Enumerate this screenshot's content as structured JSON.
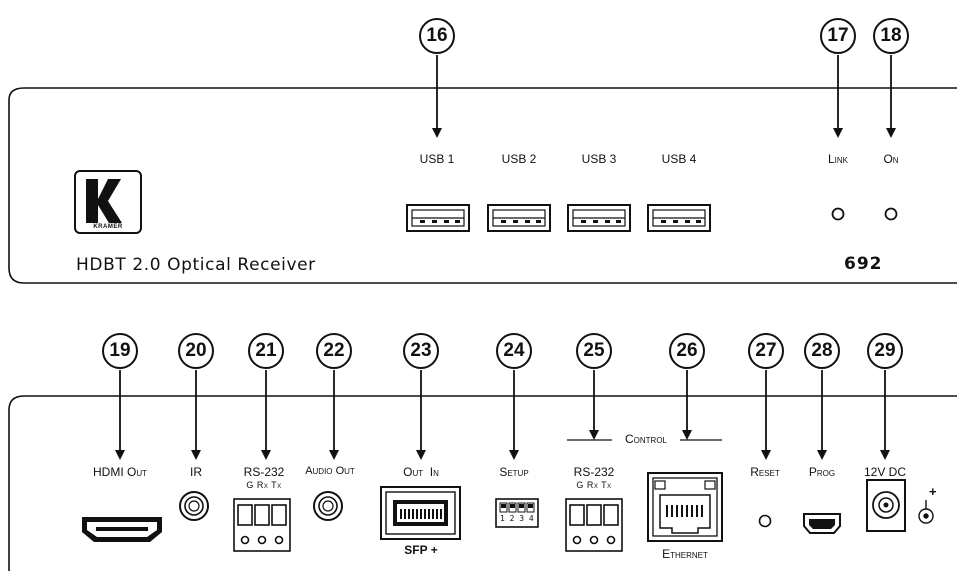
{
  "callouts": {
    "c16": "16",
    "c17": "17",
    "c18": "18",
    "c19": "19",
    "c20": "20",
    "c21": "21",
    "c22": "22",
    "c23": "23",
    "c24": "24",
    "c25": "25",
    "c26": "26",
    "c27": "27",
    "c28": "28",
    "c29": "29"
  },
  "front_panel": {
    "usb1": "USB 1",
    "usb2": "USB 2",
    "usb3": "USB 3",
    "usb4": "USB 4",
    "link": "Link",
    "on": "On",
    "logo_text": "KRAMER",
    "device_title": "HDBT 2.0 Optical Receiver",
    "model": "692"
  },
  "rear_panel": {
    "hdmi_out": "HDMI Out",
    "ir": "IR",
    "rs232_left": "RS-232",
    "rs232_left_pins": "G Rx Tx",
    "audio_out": "Audio Out",
    "out_in": "Out  In",
    "sfp": "SFP +",
    "setup": "Setup",
    "setup_digits": "1 2 3 4",
    "control": "Control",
    "rs232_right": "RS-232",
    "rs232_right_pins": "G Rx Tx",
    "ethernet": "Ethernet",
    "reset": "Reset",
    "prog": "Prog",
    "dc": "12V DC",
    "plus": "+"
  }
}
